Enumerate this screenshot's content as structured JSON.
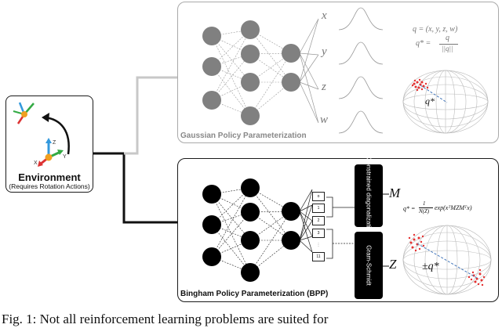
{
  "environment": {
    "title": "Environment",
    "subtitle": "(Requires Rotation Actions)",
    "axis_labels": {
      "z": "Z",
      "y": "Y",
      "x": "X"
    }
  },
  "gaussian_panel": {
    "label": "Gaussian Policy Parameterization",
    "outputs": [
      "x",
      "y",
      "z",
      "w"
    ],
    "formula_line1": "q = (x, y, z, w)",
    "formula_line2_lhs": "q* =",
    "formula_line2_num": "q",
    "formula_line2_den": "||q||",
    "sphere_label": "q*"
  },
  "bingham_panel": {
    "label": "Bingham Policy Parameterization (BPP)",
    "block_top": "Constrained diagonalization",
    "block_bottom": "Gram-Schmidt",
    "output_top": "M",
    "output_bottom": "Z",
    "vector_cells": [
      "o",
      "1",
      "2",
      "3",
      "⋮",
      "11"
    ],
    "formula_lhs": "q* =",
    "formula_frac_num": "1",
    "formula_frac_den": "N(Z)",
    "formula_rhs": "exp(xᵀMZMᵀx)",
    "sphere_label": "±q*"
  },
  "caption": "Fig. 1: Not all reinforcement learning problems are suited for"
}
